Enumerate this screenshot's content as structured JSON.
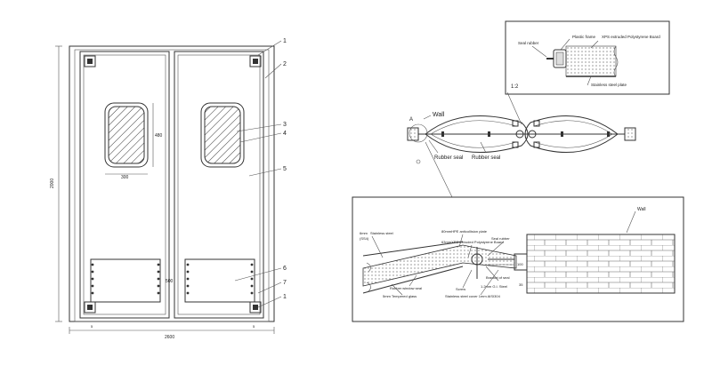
{
  "front_view": {
    "dim_height": "2000",
    "dim_width": "2600",
    "dim_window_h": "480",
    "dim_window_w": "300",
    "dim_panel_h": "500",
    "dim_small_left": "5",
    "dim_small_right": "5",
    "callouts": [
      "1",
      "2",
      "3",
      "4",
      "5",
      "6",
      "7",
      "1"
    ]
  },
  "plan_view": {
    "label_point": "A",
    "label_wall": "Wall",
    "label_rubber_seal_1": "Rubber seal",
    "label_rubber_seal_2": "Rubber seal"
  },
  "detail_top": {
    "seal_rubber": "Seal rubber",
    "plastic_frame": "Plastic frame",
    "xps_board": "XPS extruded Polystyrene Board",
    "stainless_plate": "Stainless steel plate",
    "scale_mark": "1:2"
  },
  "detail_bottom": {
    "wall": "Wall",
    "mm_label": "6mm",
    "stainless_steel": "Stainless steel",
    "ss304": "(SS4)",
    "anticollision": "80mmHPE anticollision plate",
    "xps": "63mmXPS extruded Polystyrene Board",
    "seal_rubber": "Seal rubber",
    "window_seal": "Rubber window seal",
    "tempered_glass": "5mm Tempered glass",
    "screw": "Screw",
    "bracket": "Bracket of seal",
    "gi_steel": "1.2mm G.I. Steel",
    "cover": "Stainless steel cover 1mm AISI304",
    "dim_100": "100",
    "dim_35": "35"
  }
}
